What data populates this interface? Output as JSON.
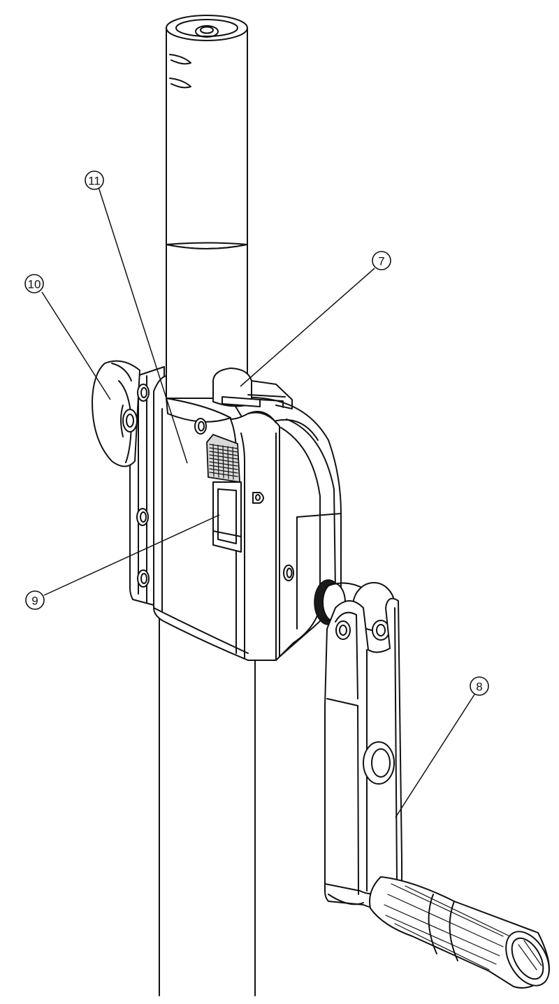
{
  "diagram": {
    "colors": {
      "line": "#111111",
      "background": "#ffffff",
      "shade": "#d9d9d9",
      "dark": "#1a1a1a"
    },
    "callouts": [
      {
        "id": "7",
        "label": "7",
        "part": "top-latch"
      },
      {
        "id": "8",
        "label": "8",
        "part": "crank-handle"
      },
      {
        "id": "9",
        "label": "9",
        "part": "lock-slider"
      },
      {
        "id": "10",
        "label": "10",
        "part": "locking-knob"
      },
      {
        "id": "11",
        "label": "11",
        "part": "winch-housing"
      }
    ]
  }
}
